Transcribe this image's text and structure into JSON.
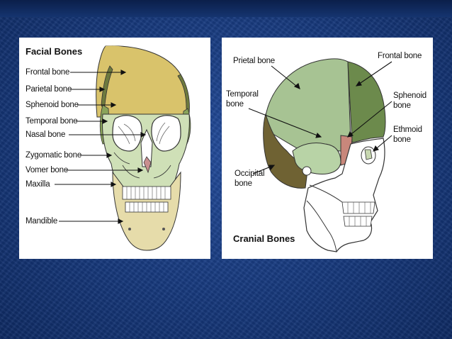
{
  "slide": {
    "background_color": "#1b3f86",
    "panel_color": "#ffffff"
  },
  "facial_panel": {
    "title": "Facial Bones",
    "labels": {
      "frontal": "Frontal bone",
      "parietal": "Parietal bone",
      "sphenoid": "Sphenoid bone",
      "temporal": "Temporal bone",
      "nasal": "Nasal bone",
      "zygomatic": "Zygomatic bone",
      "vomer": "Vomer bone",
      "maxilla": "Maxilla",
      "mandible": "Mandible"
    }
  },
  "cranial_panel": {
    "title": "Cranial Bones",
    "labels": {
      "parietal": "Prietal bone",
      "frontal": "Frontal bone",
      "temporal_1": "Temporal",
      "temporal_2": "bone",
      "sphenoid_1": "Sphenoid",
      "sphenoid_2": "bone",
      "ethmoid_1": "Ethmoid",
      "ethmoid_2": "bone",
      "occipital_1": "Occipital",
      "occipital_2": "bone"
    }
  },
  "bone_colors": {
    "frontal": "#d9c36b",
    "parietal": "#6e7a3e",
    "sphenoid": "#8aa45a",
    "temporal": "#b8d3a6",
    "facial": "#cfe0b7",
    "mandible": "#e6dcaa",
    "nasal": "#c98f8f",
    "cranial_parietal": "#a7c393",
    "cranial_frontal": "#6c8a4c",
    "occipital": "#6f6233",
    "ethmoid_cranial": "#c9877b"
  }
}
